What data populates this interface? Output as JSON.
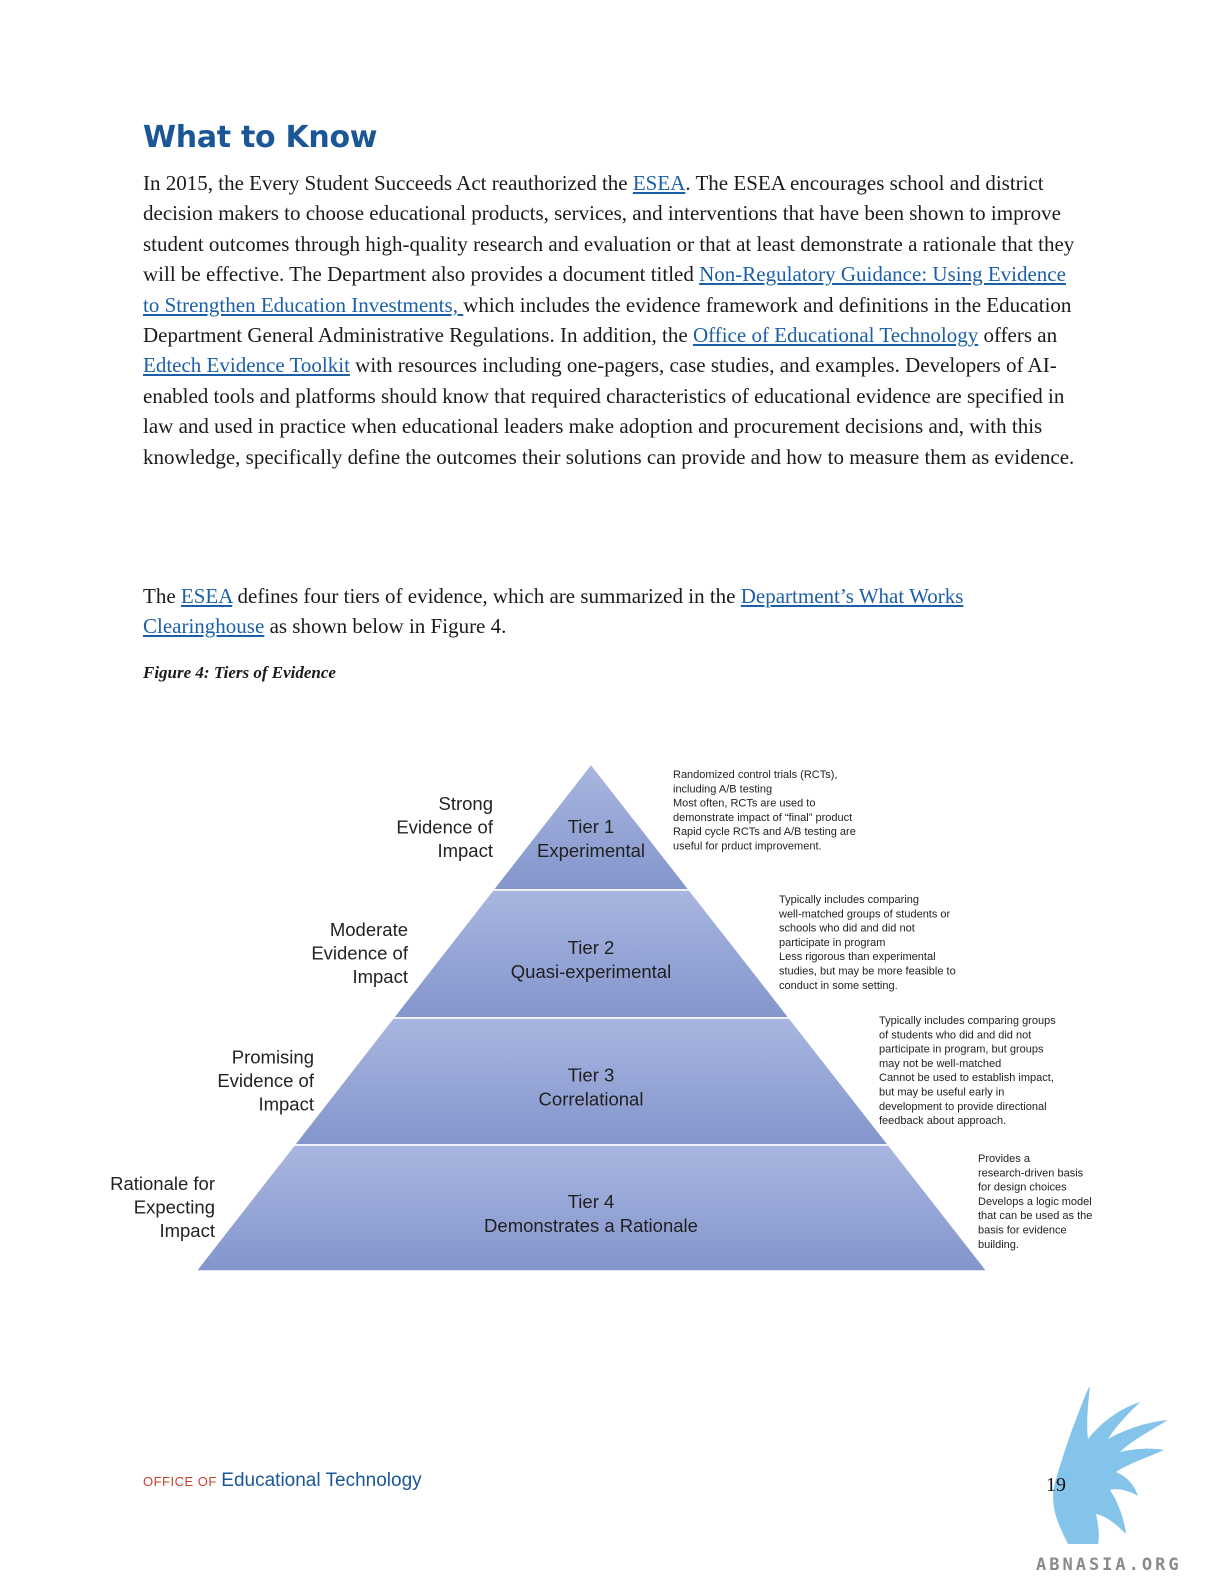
{
  "heading": "What to Know",
  "para1": {
    "t1": "In 2015, the Every Student Succeeds Act reauthorized the ",
    "link1": "ESEA",
    "t2": ". The ESEA encourages school and district decision makers to choose educational products, services, and interventions that have been shown to improve student outcomes through high-quality research and evaluation or that at least demonstrate a rationale that they will be effective. The Department also provides a document titled ",
    "link2": "Non-Regulatory Guidance: Using Evidence to Strengthen Education Investments, ",
    "t3": "which includes the evidence framework and definitions in the Education Department General Administrative Regulations. In addition, the ",
    "link3": "Office of Educational Technology",
    "t4": " offers an ",
    "link4": "Edtech Evidence Toolkit",
    "t5": " with resources including one-pagers, case studies, and examples. Developers of AI-enabled tools and platforms should know that required characteristics of educational evidence are specified in law and used in practice when educational leaders make adoption and procurement decisions and, with this knowledge, specifically define the outcomes their solutions can provide and how to measure them as evidence."
  },
  "para2": {
    "t1": "The ",
    "link1": "ESEA",
    "t2": " defines four tiers of evidence, which are summarized in the ",
    "link2": "Department’s What Works Clearinghouse",
    "t3": " as shown below in Figure 4."
  },
  "caption": "Figure 4: Tiers of Evidence",
  "figure": {
    "fill_color": "#8f9fd2",
    "tiers": [
      {
        "name": "Tier 1",
        "type": "Experimental",
        "label": [
          "Strong",
          "Evidence of",
          "Impact"
        ],
        "desc": [
          "Randomized control trials (RCTs),",
          "including A/B testing",
          "Most often, RCTs are used to",
          "demonstrate impact of “final” product",
          "Rapid cycle RCTs and A/B testing are",
          "useful for prduct improvement."
        ]
      },
      {
        "name": "Tier 2",
        "type": "Quasi-experimental",
        "label": [
          "Moderate",
          "Evidence of",
          "Impact"
        ],
        "desc": [
          "Typically includes comparing",
          "well-matched groups of students or",
          "schools who did and did not",
          "participate in program",
          "Less rigorous than experimental",
          "studies, but may be more feasible to",
          "conduct in some setting."
        ]
      },
      {
        "name": "Tier 3",
        "type": "Correlational",
        "label": [
          "Promising",
          "Evidence of",
          "Impact"
        ],
        "desc": [
          "Typically includes comparing groups",
          "of students who did and did not",
          "participate in program, but groups",
          "may not be well-matched",
          "Cannot be used to establish impact,",
          "but may be useful early in",
          "development to provide directional",
          "feedback about approach."
        ]
      },
      {
        "name": "Tier 4",
        "type": "Demonstrates a Rationale",
        "label": [
          "Rationale for",
          "Expecting",
          "Impact"
        ],
        "desc": [
          "Provides a",
          "research-driven basis",
          "for design choices",
          "Develops a logic model",
          "that can be used as the",
          "basis for evidence",
          "building."
        ]
      }
    ]
  },
  "footer": {
    "prefix": "OFFICE OF",
    "org": "Educational Technology",
    "page": "19"
  },
  "watermark": {
    "text": "ABNASIA.ORG",
    "color": "#6fb8e6",
    "icon": "griffin-icon"
  }
}
